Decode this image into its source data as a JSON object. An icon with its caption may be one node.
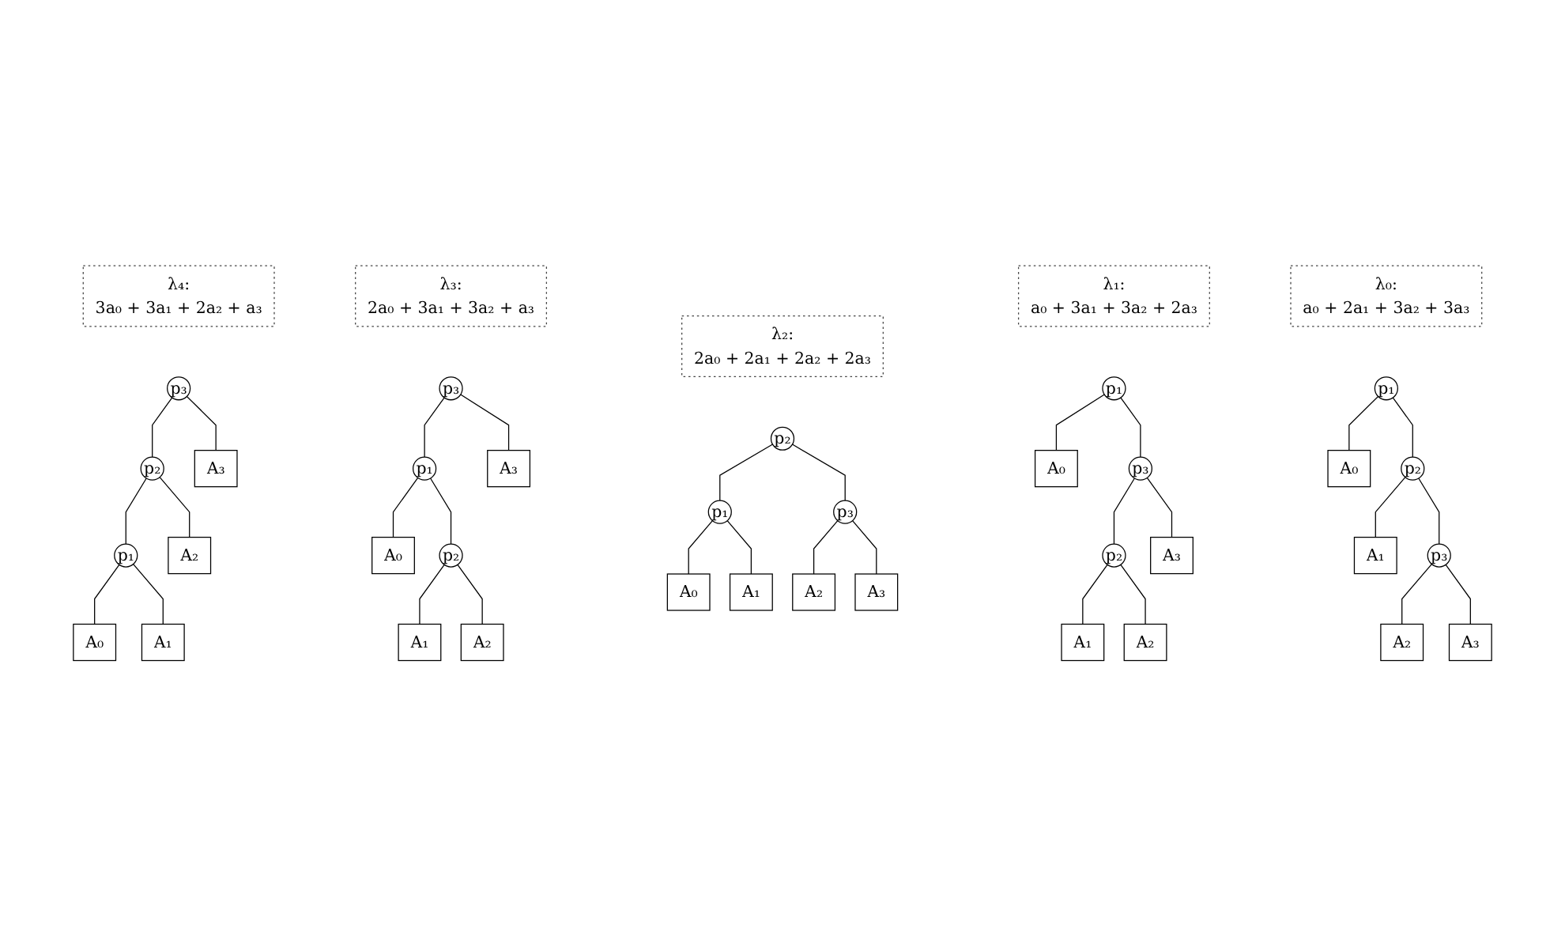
{
  "diagram": {
    "nodes": [
      {
        "text": [
          "λ₀:",
          "a₀ + 2a₁ + 3a₂ + 3a₃"
        ]
      },
      {
        "text": [
          "p₁"
        ]
      },
      {
        "text": [
          "A₀"
        ]
      },
      {
        "text": [
          "p₂"
        ]
      },
      {
        "text": [
          "A₁"
        ]
      },
      {
        "text": [
          "p₃"
        ]
      },
      {
        "text": [
          "A₂"
        ]
      },
      {
        "text": [
          "A₃"
        ]
      },
      {
        "text": [
          "λ₁:",
          "a₀ + 3a₁ + 3a₂ + 2a₃"
        ]
      },
      {
        "text": [
          "p₁"
        ]
      },
      {
        "text": [
          "A₀"
        ]
      },
      {
        "text": [
          "p₃"
        ]
      },
      {
        "text": [
          "p₂"
        ]
      },
      {
        "text": [
          "A₃"
        ]
      },
      {
        "text": [
          "A₁"
        ]
      },
      {
        "text": [
          "A₂"
        ]
      },
      {
        "text": [
          "λ₂:",
          "2a₀ + 2a₁ + 2a₂ + 2a₃"
        ]
      },
      {
        "text": [
          "p₂"
        ]
      },
      {
        "text": [
          "p₁"
        ]
      },
      {
        "text": [
          "p₃"
        ]
      },
      {
        "text": [
          "A₀"
        ]
      },
      {
        "text": [
          "A₁"
        ]
      },
      {
        "text": [
          "A₂"
        ]
      },
      {
        "text": [
          "A₃"
        ]
      },
      {
        "text": [
          "λ₃:",
          "2a₀ + 3a₁ + 3a₂ + a₃"
        ]
      },
      {
        "text": [
          "p₃"
        ]
      },
      {
        "text": [
          "p₁"
        ]
      },
      {
        "text": [
          "A₃"
        ]
      },
      {
        "text": [
          "A₀"
        ]
      },
      {
        "text": [
          "p₂"
        ]
      },
      {
        "text": [
          "A₁"
        ]
      },
      {
        "text": [
          "A₂"
        ]
      },
      {
        "text": [
          "λ₄:",
          "3a₀ + 3a₁ + 2a₂ + a₃"
        ]
      },
      {
        "text": [
          "p₃"
        ]
      },
      {
        "text": [
          "p₂"
        ]
      },
      {
        "text": [
          "A₃"
        ]
      },
      {
        "text": [
          "p₁"
        ]
      },
      {
        "text": [
          "A₂"
        ]
      },
      {
        "text": [
          "A₀"
        ]
      },
      {
        "text": [
          "A₁"
        ]
      }
    ],
    "edges": [
      {
        "from": 1,
        "to": 2,
        "arrow": "none"
      },
      {
        "from": 1,
        "to": 3,
        "arrow": "none"
      },
      {
        "from": 3,
        "to": 4,
        "arrow": "none"
      },
      {
        "from": 3,
        "to": 5,
        "arrow": "none"
      },
      {
        "from": 5,
        "to": 6,
        "arrow": "none"
      },
      {
        "from": 5,
        "to": 7,
        "arrow": "none"
      },
      {
        "from": 9,
        "to": 10,
        "arrow": "none"
      },
      {
        "from": 9,
        "to": 11,
        "arrow": "none"
      },
      {
        "from": 11,
        "to": 12,
        "arrow": "none"
      },
      {
        "from": 11,
        "to": 13,
        "arrow": "none"
      },
      {
        "from": 12,
        "to": 14,
        "arrow": "none"
      },
      {
        "from": 12,
        "to": 15,
        "arrow": "none"
      },
      {
        "from": 17,
        "to": 18,
        "arrow": "none"
      },
      {
        "from": 17,
        "to": 19,
        "arrow": "none"
      },
      {
        "from": 18,
        "to": 20,
        "arrow": "none"
      },
      {
        "from": 18,
        "to": 21,
        "arrow": "none"
      },
      {
        "from": 19,
        "to": 22,
        "arrow": "none"
      },
      {
        "from": 19,
        "to": 23,
        "arrow": "none"
      },
      {
        "from": 25,
        "to": 26,
        "arrow": "none"
      },
      {
        "from": 25,
        "to": 27,
        "arrow": "none"
      },
      {
        "from": 26,
        "to": 28,
        "arrow": "none"
      },
      {
        "from": 26,
        "to": 29,
        "arrow": "none"
      },
      {
        "from": 29,
        "to": 30,
        "arrow": "none"
      },
      {
        "from": 29,
        "to": 31,
        "arrow": "none"
      },
      {
        "from": 33,
        "to": 34,
        "arrow": "none"
      },
      {
        "from": 33,
        "to": 35,
        "arrow": "none"
      },
      {
        "from": 34,
        "to": 36,
        "arrow": "none"
      },
      {
        "from": 34,
        "to": 37,
        "arrow": "none"
      },
      {
        "from": 36,
        "to": 38,
        "arrow": "none"
      },
      {
        "from": 36,
        "to": 39,
        "arrow": "none"
      }
    ]
  }
}
